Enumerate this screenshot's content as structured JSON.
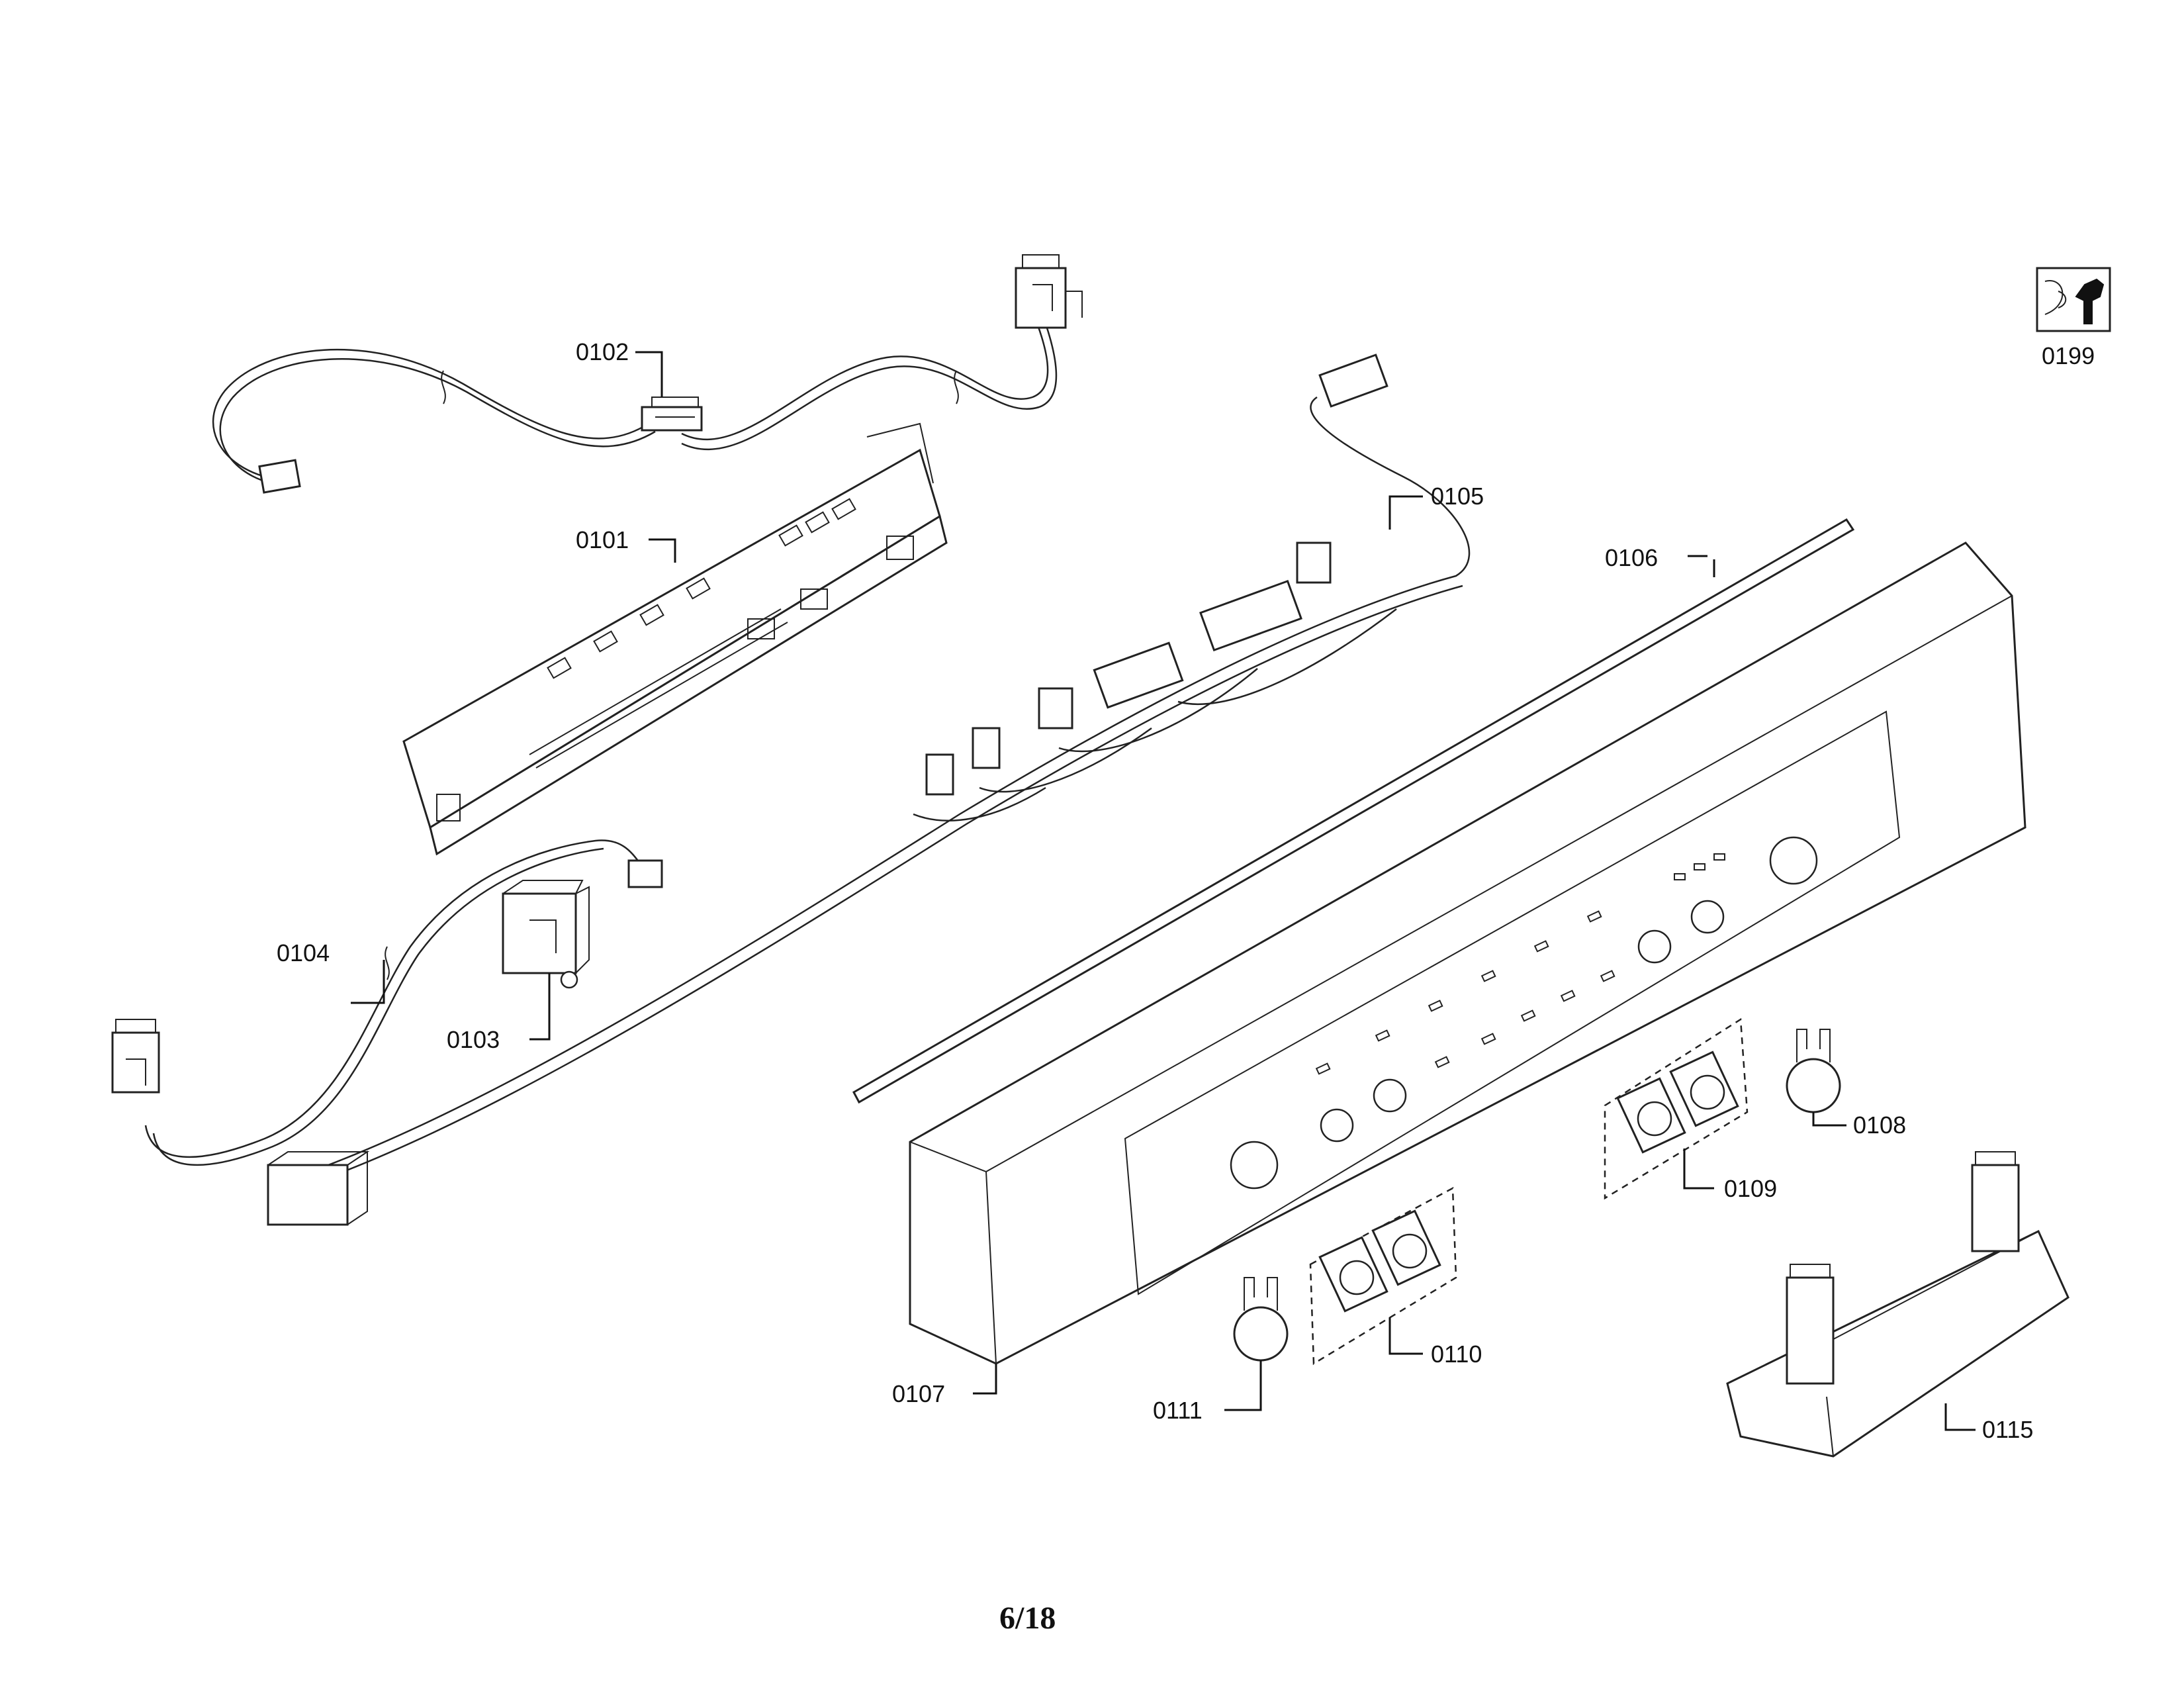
{
  "labels": {
    "p0101": "0101",
    "p0102": "0102",
    "p0103": "0103",
    "p0104": "0104",
    "p0105": "0105",
    "p0106": "0106",
    "p0107": "0107",
    "p0108": "0108",
    "p0109": "0109",
    "p0110": "0110",
    "p0111": "0111",
    "p0115": "0115",
    "p0199": "0199"
  },
  "page_number": "6/18",
  "icons": {
    "service": "wrench-icon"
  }
}
